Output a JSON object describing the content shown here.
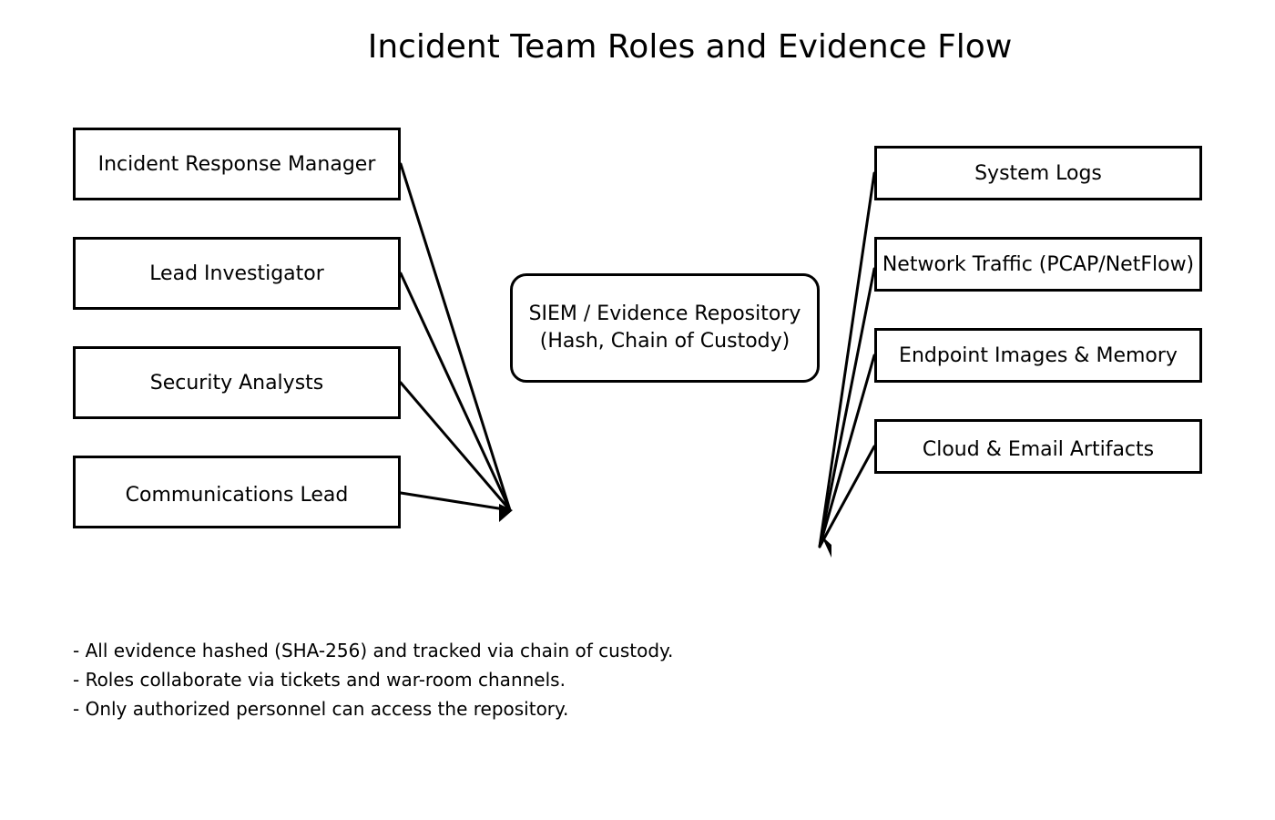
{
  "title": "Incident Team Roles and Evidence Flow",
  "roles": [
    {
      "label": "Incident Response Manager"
    },
    {
      "label": "Lead Investigator"
    },
    {
      "label": "Security Analysts"
    },
    {
      "label": "Communications Lead"
    }
  ],
  "repository": {
    "line1": "SIEM / Evidence Repository",
    "line2": "(Hash, Chain of Custody)"
  },
  "sources": [
    {
      "label": "System Logs"
    },
    {
      "label": "Network Traffic (PCAP/NetFlow)"
    },
    {
      "label": "Endpoint Images & Memory"
    },
    {
      "label": "Cloud & Email Artifacts"
    }
  ],
  "notes": [
    "- All evidence hashed (SHA-256) and tracked via chain of custody.",
    "- Roles collaborate via tickets and war-room channels.",
    "- Only authorized personnel can access the repository."
  ],
  "colors": {
    "line": "#000000",
    "background": "#ffffff"
  }
}
